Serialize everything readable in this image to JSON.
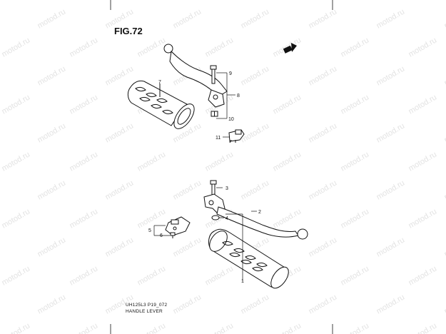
{
  "figure": {
    "title": "FIG.72",
    "code": "UH125L3 P19_072",
    "name": "HANDLE LEVER",
    "watermark": "motod.ru"
  },
  "callouts": [
    "1",
    "2",
    "3",
    "4",
    "5",
    "6",
    "7",
    "8",
    "9",
    "10",
    "11"
  ],
  "colors": {
    "line": "#111111",
    "watermark": "#e3e3e3",
    "background": "#ffffff"
  },
  "icons": [
    "front-direction-arrow-icon"
  ]
}
